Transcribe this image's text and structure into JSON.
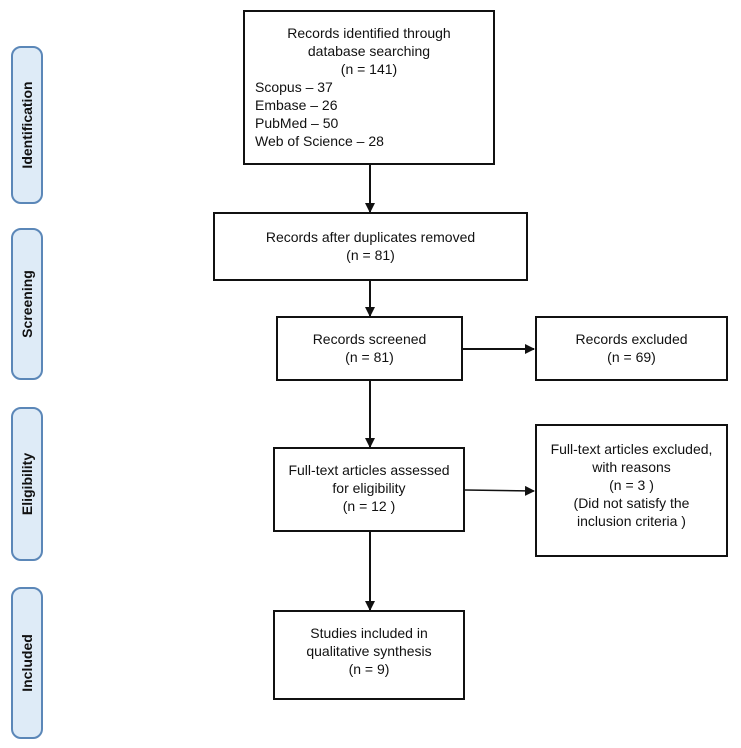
{
  "phases": {
    "identification": "Identification",
    "screening": "Screening",
    "eligibility": "Eligibility",
    "included": "Included"
  },
  "boxes": {
    "identified": {
      "line1": "Records identified through",
      "line2": "database searching",
      "count": "(n = 141)",
      "sources": [
        "Scopus – 37",
        "Embase – 26",
        "PubMed – 50",
        "Web of Science – 28"
      ]
    },
    "duplicates_removed": {
      "line1": "Records after duplicates removed",
      "count": "(n = 81)"
    },
    "screened": {
      "line1": "Records screened",
      "count": "(n = 81)"
    },
    "excluded": {
      "line1": "Records excluded",
      "count": "(n =  69)"
    },
    "fulltext_assessed": {
      "line1": "Full-text articles assessed",
      "line2": "for eligibility",
      "count": "(n = 12 )"
    },
    "fulltext_excluded": {
      "line1": "Full-text articles excluded,",
      "line2": "with reasons",
      "count": "(n =  3 )",
      "reason1": "(Did not satisfy the",
      "reason2": "inclusion criteria )"
    },
    "included": {
      "line1": "Studies included in",
      "line2": "qualitative synthesis",
      "count": "(n = 9)"
    }
  },
  "colors": {
    "phase_fill": "#deebf7",
    "phase_border": "#5b87b8",
    "box_border": "#111111"
  }
}
